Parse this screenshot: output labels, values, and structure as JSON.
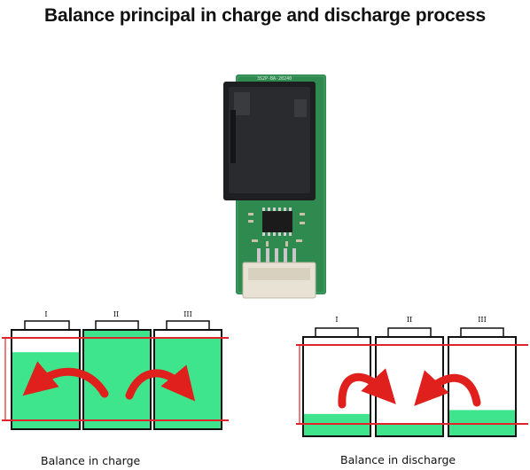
{
  "title": "Balance principal in charge and discharge process",
  "left_diagram": {
    "caption": "Balance in charge",
    "cell_labels": [
      "I",
      "II",
      "III"
    ],
    "fill_levels": [
      0.78,
      1.0,
      0.92
    ]
  },
  "right_diagram": {
    "caption": "Balance in discharge",
    "cell_labels": [
      "I",
      "II",
      "III"
    ],
    "fill_levels": [
      0.22,
      0.11,
      0.26
    ]
  },
  "colors": {
    "fill": "#3ee58c",
    "limit_line": "#e0242b",
    "arrow": "#e0201c",
    "pcb": "#2f8a4f",
    "heatsink": "#1e1f21",
    "connector": "#e8e2d4"
  }
}
